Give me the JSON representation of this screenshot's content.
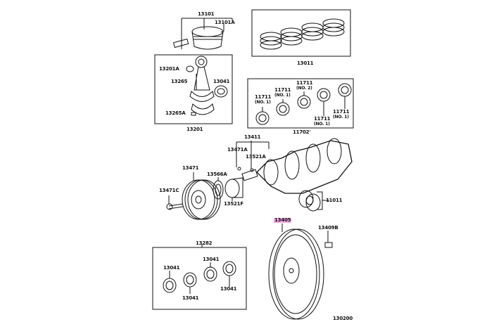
{
  "labels": {
    "piston": "13101",
    "piston_pin": "13101A",
    "conrod_bushing": "13201A",
    "conrod_bolt": "13265",
    "conrod_bearing": "13041",
    "conrod_nut": "13265A",
    "conrod_assy": "13201",
    "ring_set": "13011",
    "main_bearing_set": "11702'",
    "bearing_a": "11711",
    "bearing_a_sub": "(NO. 1)",
    "bearing_b": "11711",
    "bearing_b_sub": "(NO. 1)",
    "bearing_c": "11711",
    "bearing_c_sub": "(NO. 2)",
    "bearing_d": "11711",
    "bearing_d_sub": "(NO. 1)",
    "bearing_e": "11711",
    "bearing_e_sub": "(NO. 1)",
    "crankshaft": "13411",
    "crank_key_a": "13471A",
    "crank_key_b": "13521A",
    "pulley": "13471",
    "oil_seal_ring": "13566A",
    "pulley_bolt": "13471C",
    "timing_gear": "13521F",
    "thrust_washer": "11011",
    "flywheel": "13405",
    "flywheel_bolt": "13409B",
    "bearing_set": "13282",
    "b1": "13041",
    "b2": "13041",
    "b3": "13041",
    "b4": "13041",
    "diagram_code": "130200"
  },
  "highlight_color": "#f2a6e6"
}
